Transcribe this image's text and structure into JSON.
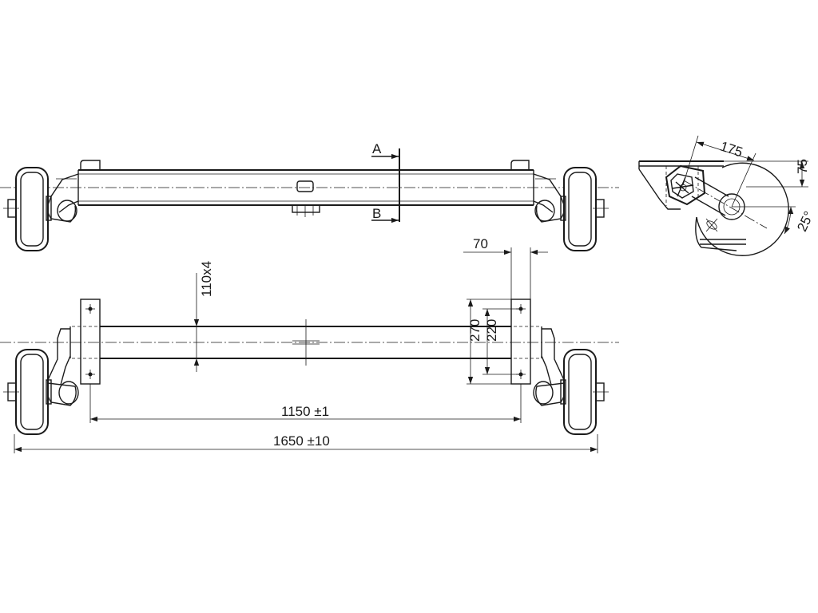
{
  "section_labels": {
    "a": "A",
    "b": "B"
  },
  "dimensions": {
    "overall_width": "1650 ±10",
    "mount_spacing": "1150 ±1",
    "bracket_width": "70",
    "tube_section": "110x4",
    "outer_height": "270",
    "inner_height": "220",
    "arm_length": "175",
    "arm_drop": "75",
    "arm_angle": "25°"
  },
  "colors": {
    "line": "#1a1a1a",
    "background": "#ffffff"
  }
}
